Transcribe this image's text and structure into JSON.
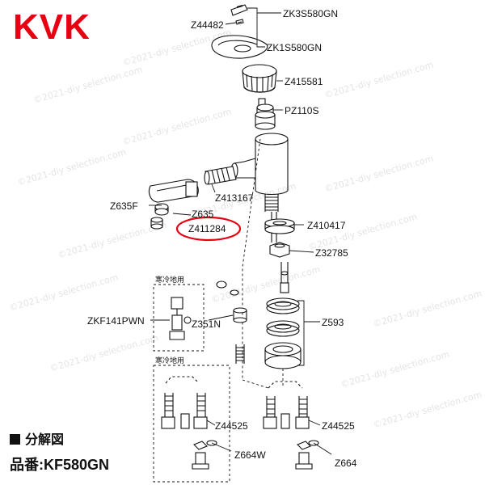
{
  "brand": {
    "name": "KVK",
    "color": "#e60012"
  },
  "parts": {
    "zk3s": "ZK3S580GN",
    "z44482": "Z44482",
    "zk1s": "ZK1S580GN",
    "z415581": "Z415581",
    "pz110s": "PZ110S",
    "z635f": "Z635F",
    "z413167": "Z413167",
    "z635": "Z635",
    "z411284": "Z411284",
    "z410417": "Z410417",
    "z32785": "Z32785",
    "zkf141pwn": "ZKF141PWN",
    "z351n": "Z351N",
    "z593": "Z593",
    "z44525_left": "Z44525",
    "z44525_right": "Z44525",
    "z664w": "Z664W",
    "z664": "Z664"
  },
  "sections": {
    "cold_region_top": "寒冷地用",
    "cold_region_bottom": "寒冷地用"
  },
  "footer": {
    "title": "分解図",
    "model_label": "品番:KF580GN"
  },
  "watermark": "©2021-diy selection.com",
  "highlight": {
    "part": "Z411284",
    "color": "#e60012"
  }
}
